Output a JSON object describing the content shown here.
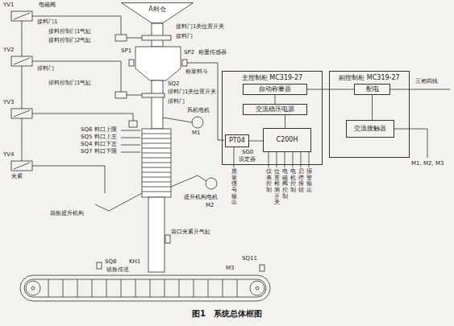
{
  "diagram": {
    "caption": "图1　系统总体框图",
    "nodes": [
      {
        "text": [
          "A料仓"
        ]
      },
      {
        "text": [
          "主控制柜 MC319-27"
        ]
      },
      {
        "text": [
          "自动称量器"
        ],
        "in": 1
      },
      {
        "text": [
          "交流稳压电源"
        ],
        "in": 1
      },
      {
        "text": [
          "PT04"
        ],
        "in": 1
      },
      {
        "text": [
          "C200H"
        ],
        "in": 1
      },
      {
        "text": [
          "副控制柜 MC319-27"
        ]
      },
      {
        "text": [
          "配电"
        ],
        "in": 6
      },
      {
        "text": [
          "交流接触器"
        ],
        "in": 6
      }
    ],
    "edges": [
      {
        "from": 2,
        "to": 3,
        "arrow": "none"
      },
      {
        "from": 3,
        "to": 5,
        "arrow": "none"
      },
      {
        "from": 4,
        "to": 5,
        "arrow": "none"
      },
      {
        "from": 2,
        "to": 7,
        "arrow": "none"
      },
      {
        "from": 7,
        "to": 8,
        "arrow": "none"
      }
    ],
    "labels": [
      "YV1",
      "电磁阀",
      "接料门1",
      "接料控制门1气缸",
      "接料控制门2气缸",
      "接料门1关位置开关",
      "接料门",
      "SP1",
      "SP2",
      "称重传感器",
      "YV2",
      "排料门",
      "称量料斗",
      "排料控制门1气缸",
      "SQ2",
      "排料门1关位置开关",
      "排料门",
      "风机电机",
      "M1",
      "YV3",
      "SQ6 料口上限",
      "SQ5 料口上左",
      "SQ4 料口下左",
      "SQ7 料口下限",
      "YV4",
      "夹紧",
      "袋板提升机构",
      "提升机构电机",
      "M2",
      "袋口夹紧开气缸",
      "SQ8",
      "KH1",
      "链板传送",
      "SQ11",
      "M3",
      "SG0",
      "设定器",
      "质量信号输出",
      "仪表控制",
      "位置检测开关",
      "电磁阀控制",
      "电机控制",
      "启停按钮",
      "报警输出",
      "三相四线",
      "M1, M2, M3"
    ]
  }
}
